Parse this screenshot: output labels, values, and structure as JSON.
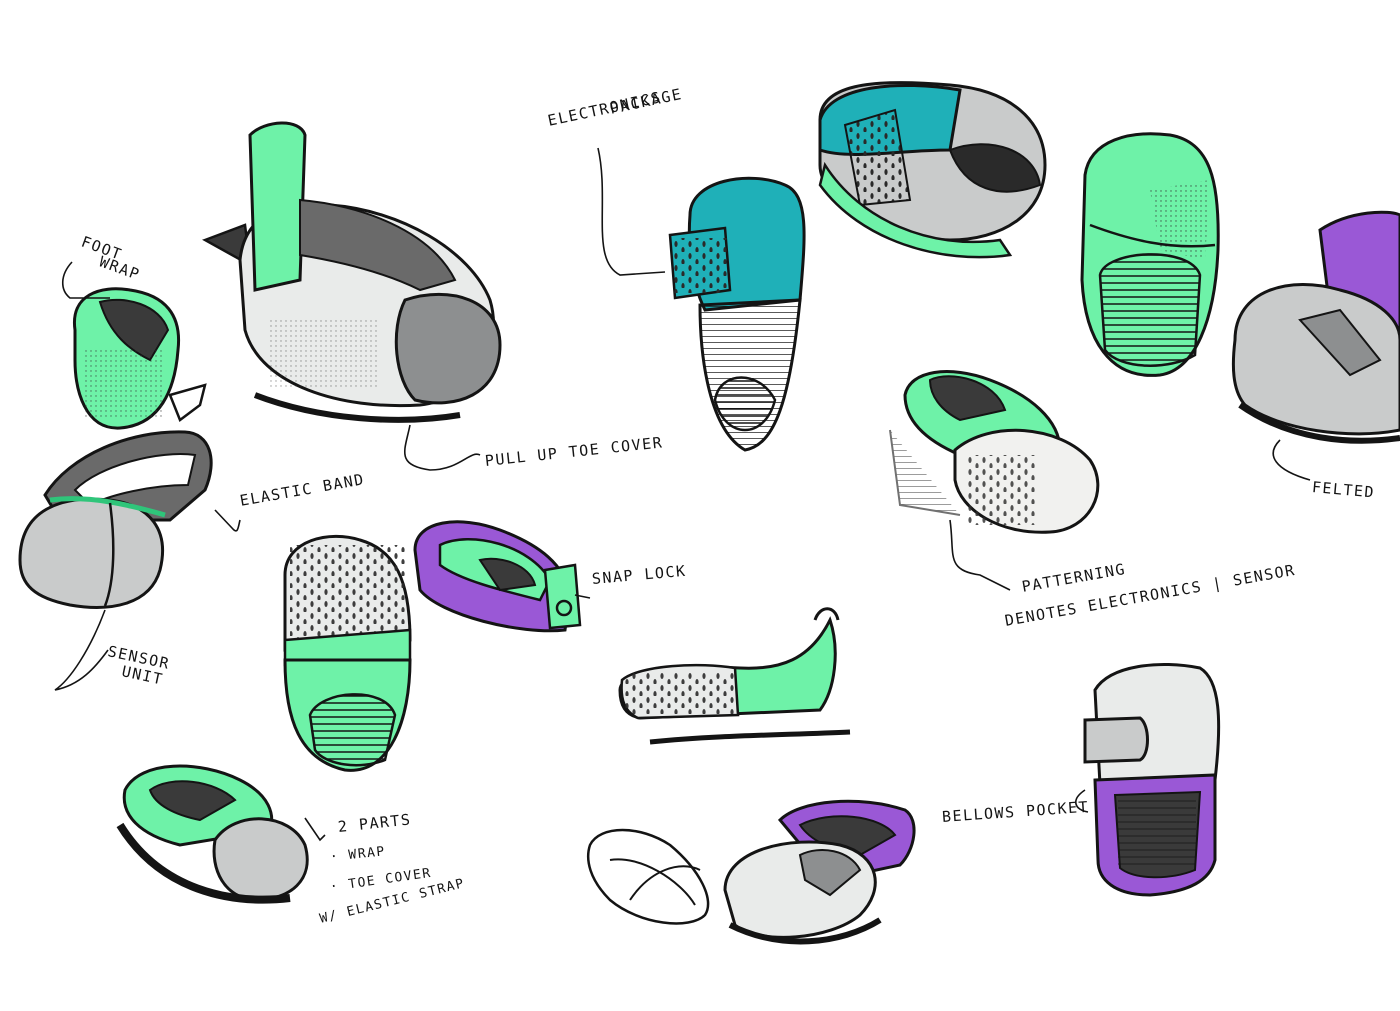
{
  "colors": {
    "green": "#6ef2a8",
    "green_dark": "#2fc57a",
    "teal": "#1fb0b8",
    "purple": "#9a58d6",
    "gray": "#c9cbcb",
    "gray_dark": "#8d8f90",
    "ink": "#141414",
    "paper": "#ffffff"
  },
  "annotations": {
    "foot_wrap_line1": "FOOT",
    "foot_wrap_line2": "WRAP",
    "electronics_line1": "ELECTRONICS",
    "electronics_line2": "PACKAGE",
    "pull_up_toe_cover": "PULL UP TOE COVER",
    "elastic_band": "ELASTIC BAND",
    "sensor_line1": "SENSOR",
    "sensor_line2": "UNIT",
    "snap_lock": "SNAP LOCK",
    "patterning_line1": "PATTERNING",
    "patterning_line2": "DENOTES ELECTRONICS | SENSOR",
    "felted": "FELTED",
    "two_parts_line1": "2 PARTS",
    "two_parts_line2": "· WRAP",
    "two_parts_line3": "· TOE COVER",
    "two_parts_line4": "W/ ELASTIC STRAP",
    "bellows_pocket": "BELLOWS POCKET"
  }
}
